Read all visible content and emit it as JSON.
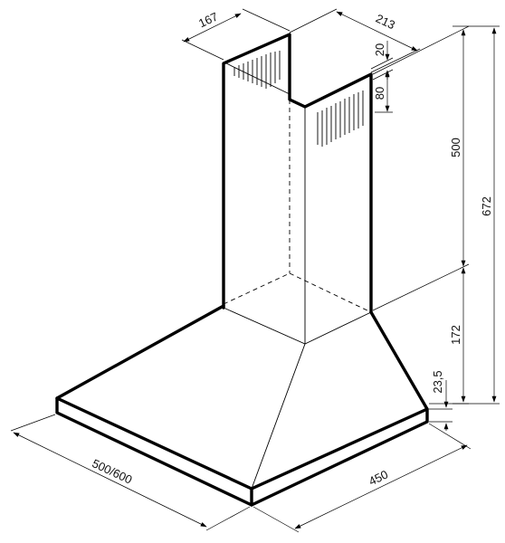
{
  "dimensions": {
    "chimney_depth": "167",
    "chimney_width": "213",
    "top_offset": "20",
    "vent_height": "80",
    "chimney_height": "500",
    "total_height": "672",
    "canopy_height": "172",
    "rim_height": "23,5",
    "hood_width": "500/600",
    "hood_depth": "450"
  }
}
